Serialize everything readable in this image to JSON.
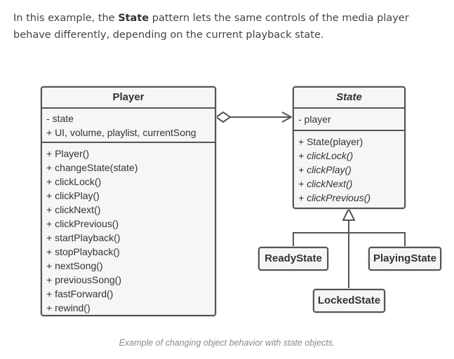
{
  "intro": {
    "before": "In this example, the ",
    "bold": "State",
    "after": " pattern lets the same controls of the media player behave differently, depending on the current playback state."
  },
  "player": {
    "name": "Player",
    "fields": [
      "- state",
      "+ UI, volume, playlist, currentSong"
    ],
    "methods": [
      "+ Player()",
      "+ changeState(state)",
      "+ clickLock()",
      "+ clickPlay()",
      "+ clickNext()",
      "+ clickPrevious()",
      "+ startPlayback()",
      "+ stopPlayback()",
      "+ nextSong()",
      "+ previousSong()",
      "+ fastForward()",
      "+ rewind()"
    ]
  },
  "state": {
    "name": "State",
    "fields": [
      "- player"
    ],
    "methods": [
      {
        "text": "+ State(player)",
        "abstract": false
      },
      {
        "text": "+ clickLock()",
        "abstract": true
      },
      {
        "text": "+ clickPlay()",
        "abstract": true
      },
      {
        "text": "+ clickNext()",
        "abstract": true
      },
      {
        "text": "+ clickPrevious()",
        "abstract": true
      }
    ]
  },
  "subclasses": {
    "ready": "ReadyState",
    "playing": "PlayingState",
    "locked": "LockedState"
  },
  "caption": "Example of changing object behavior with state objects.",
  "colors": {
    "line": "#555555",
    "box_fill": "#f6f6f6",
    "text": "#333333",
    "caption": "#8a8a8a"
  }
}
